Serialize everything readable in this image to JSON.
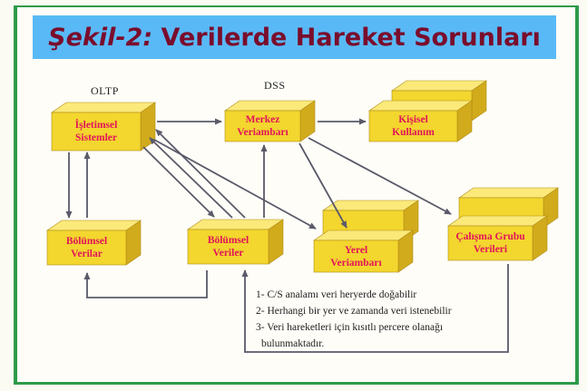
{
  "title": {
    "prefix": "Şekil-2:",
    "main": "Verilerde Hareket Sorunları"
  },
  "captions": {
    "oltp": "OLTP",
    "dss": "DSS"
  },
  "boxes": {
    "isletimsel": [
      "İşletimsel",
      "Sistemler"
    ],
    "merkez": [
      "Merkez",
      "Veriambarı"
    ],
    "kisisel": [
      "Kişisel",
      "Kullanım"
    ],
    "bolumsel_left": [
      "Bölümsel",
      "Verilar"
    ],
    "bolumsel_mid": [
      "Bölümsel",
      "Veriler"
    ],
    "yerel": [
      "Yerel",
      "Veriambarı"
    ],
    "calisma": [
      "Çalışma Grubu",
      "Verileri"
    ]
  },
  "notes": [
    "1- C/S analamı veri heryerde doğabilir",
    "2- Herhangi bir yer ve zamanda veri istenebilir",
    "3- Veri hareketleri için kısıtlı percere olanağı",
    "bulunmaktadır."
  ],
  "colors": {
    "frame": "#2e9a4a",
    "banner": "#59b9f6",
    "title": "#7a0d2c",
    "box_front": "#f3d62e",
    "box_top": "#fbe97a",
    "box_side": "#d2ab1c",
    "label": "#e0145a",
    "arrow": "#5a5a6a"
  }
}
